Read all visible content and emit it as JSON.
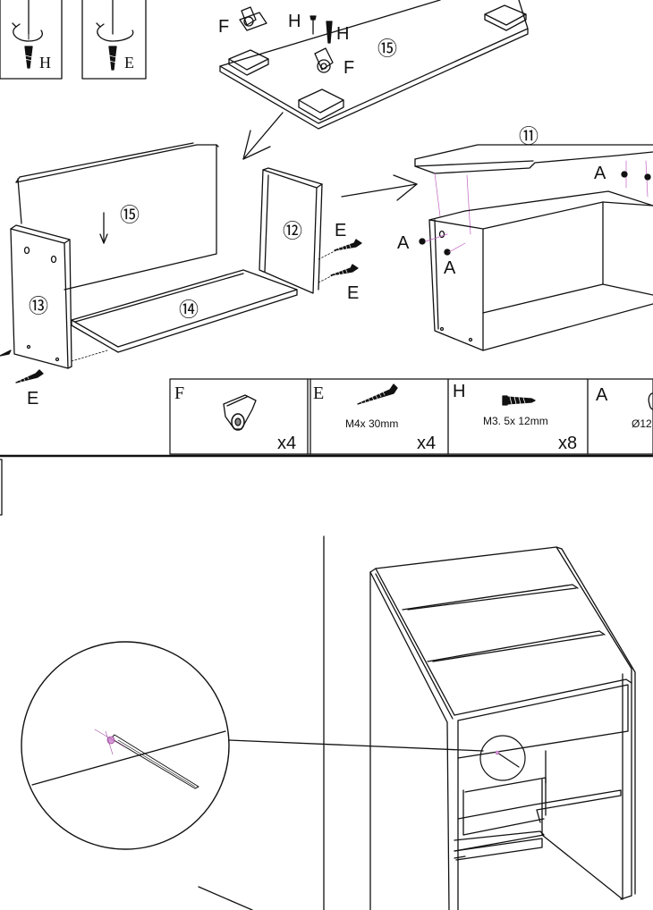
{
  "top_tools": {
    "left_letter": "H",
    "right_letter": "E"
  },
  "table_top": {
    "part": "⑮",
    "labels": {
      "f1": "F",
      "h1": "H",
      "h2": "H",
      "f2": "F"
    }
  },
  "back_assembly": {
    "part_back": "⑮",
    "part_side_left": "⑬",
    "part_side_right": "⑫",
    "part_bottom": "⑭",
    "screw_labels": {
      "e_top": "E",
      "e_mid": "E",
      "e_left": "E"
    }
  },
  "box_assembly": {
    "part_top": "⑪",
    "labels": {
      "a_top": "A",
      "a_left": "A",
      "a_front": "A"
    }
  },
  "parts_table": [
    {
      "letter": "F",
      "spec": "",
      "qty": "x4",
      "icon": "caster-wheel-icon"
    },
    {
      "letter": "E",
      "spec": "M4x  30mm",
      "qty": "x4",
      "icon": "long-screw-icon"
    },
    {
      "letter": "H",
      "spec": "M3. 5x 12mm",
      "qty": "x8",
      "icon": "short-screw-icon"
    },
    {
      "letter": "A",
      "spec": "Ø12",
      "qty": "",
      "icon": "cam-cover-icon"
    }
  ],
  "bottom_step": {
    "detail": "zoom-detail-pin",
    "unit": "bookshelf-with-slanted-racks"
  }
}
